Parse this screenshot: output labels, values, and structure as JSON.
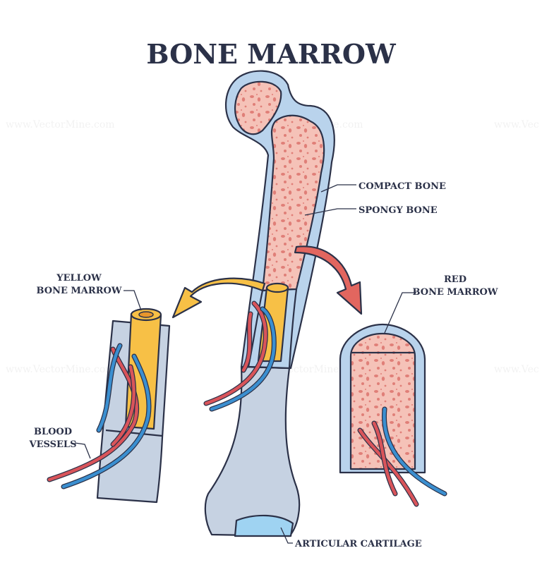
{
  "title": "BONE MARROW",
  "watermark": "www.VectorMine.com",
  "labels": {
    "compact_bone": "COMPACT BONE",
    "spongy_bone": "SPONGY BONE",
    "yellow_marrow_1": "YELLOW",
    "yellow_marrow_2": "BONE MARROW",
    "red_marrow_1": "RED",
    "red_marrow_2": "BONE MARROW",
    "blood_vessels_1": "BLOOD",
    "blood_vessels_2": "VESSELS",
    "articular_cartilage": "ARTICULAR CARTILAGE"
  },
  "colors": {
    "compact_bone": "#b9d3ec",
    "spongy_bone": "#f3b9b0",
    "spots": "#e07f78",
    "yellow_marrow": "#f7c046",
    "artery": "#d9545a",
    "vein": "#3b8fd0",
    "lower_bone": "#c6d2e2",
    "cartilage": "#9fd3f2",
    "outline": "#2b3148"
  }
}
